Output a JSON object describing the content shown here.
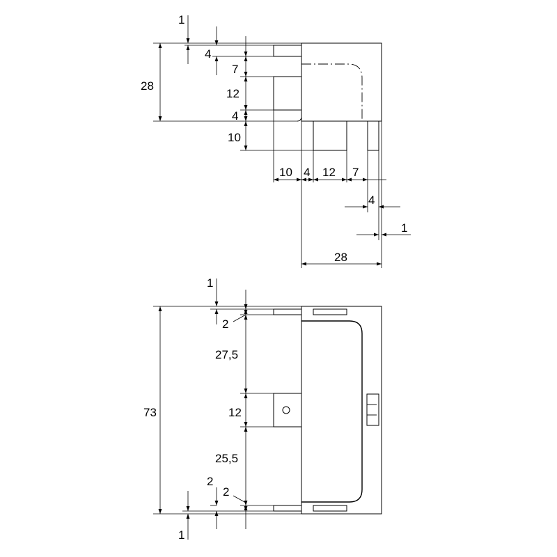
{
  "top_view": {
    "labels": {
      "d1": "1",
      "d4a": "4",
      "d7a": "7",
      "d28": "28",
      "d12a": "12",
      "d4b": "4",
      "d10a": "10",
      "d10b": "10",
      "d4c": "4",
      "d12b": "12",
      "d7b": "7",
      "d4d": "4",
      "d1b": "1",
      "d28b": "28"
    }
  },
  "bottom_view": {
    "labels": {
      "d1a": "1",
      "d2a": "2",
      "d27_5": "27,5",
      "d73": "73",
      "d12": "12",
      "d25_5": "25,5",
      "d2b": "2",
      "d2c": "2",
      "d1b": "1"
    }
  }
}
